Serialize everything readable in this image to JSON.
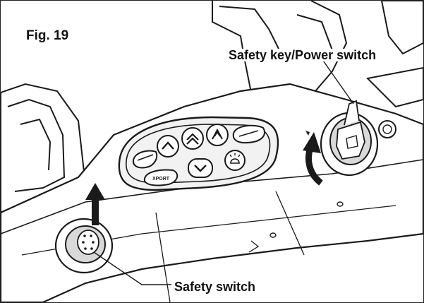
{
  "figure": {
    "label": "Fig. 19"
  },
  "callouts": {
    "safety_key_power_switch": "Safety key/Power switch",
    "safety_switch": "Safety switch"
  },
  "console": {
    "xport_button_text": "XPORT"
  },
  "colors": {
    "line": "#1a1a1a",
    "shade": "#d9d9d9",
    "panel": "#f2f2f2",
    "background": "#ffffff"
  },
  "icons": [
    "up-arrow-icon",
    "double-up-arrow-icon",
    "climb-arrow-icon",
    "down-arrow-icon",
    "light-icon",
    "key-symbol-icon",
    "curved-arrow-icon"
  ]
}
